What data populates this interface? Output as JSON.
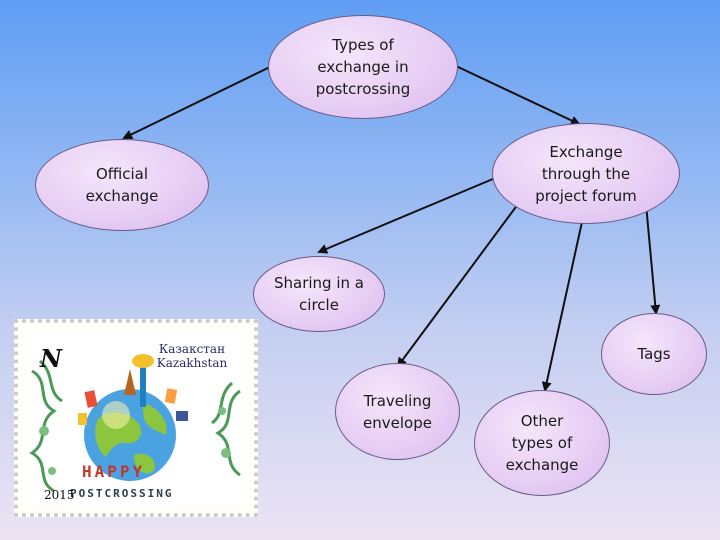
{
  "diagram": {
    "nodes": {
      "root": "Types of\nexchange in\npostcrossing",
      "official": "Official\nexchange",
      "forum": "Exchange\nthrough the\nproject forum",
      "circle": "Sharing in a\ncircle",
      "tags": "Tags",
      "envelope": "Traveling\nenvelope",
      "other": "Other\ntypes of\nexchange"
    }
  },
  "stamp": {
    "country_ru": "Казакстан",
    "country_en": "Kazakhstan",
    "year": "2015",
    "denomination": "N",
    "word_happy": "HAPPY",
    "word_postcrossing": "POSTCROSSING"
  }
}
